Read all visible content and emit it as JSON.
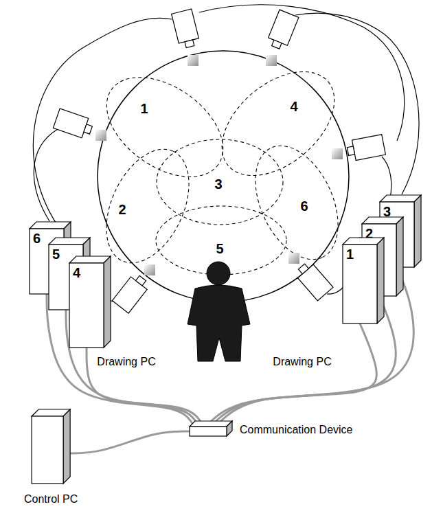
{
  "diagram": {
    "nodes": [
      {
        "text": [
          "6"
        ]
      },
      {
        "text": [
          "5"
        ]
      },
      {
        "text": [
          "4"
        ]
      },
      {
        "text": [
          "3"
        ]
      },
      {
        "text": [
          "2"
        ]
      },
      {
        "text": [
          "1"
        ]
      },
      {
        "text": [
          "Control PC"
        ]
      },
      {
        "text": [
          "Communication Device"
        ]
      }
    ],
    "edges": [
      {
        "from": 0,
        "to": 7,
        "arrow": "none"
      },
      {
        "from": 1,
        "to": 7,
        "arrow": "none"
      },
      {
        "from": 2,
        "to": 7,
        "arrow": "none"
      },
      {
        "from": 3,
        "to": 7,
        "arrow": "none"
      },
      {
        "from": 4,
        "to": 7,
        "arrow": "none"
      },
      {
        "from": 5,
        "to": 7,
        "arrow": "none"
      },
      {
        "from": 6,
        "to": 7,
        "arrow": "none"
      }
    ],
    "labels": [
      "1",
      "2",
      "3",
      "4",
      "5",
      "6",
      "Drawing PC",
      "Drawing PC"
    ]
  }
}
